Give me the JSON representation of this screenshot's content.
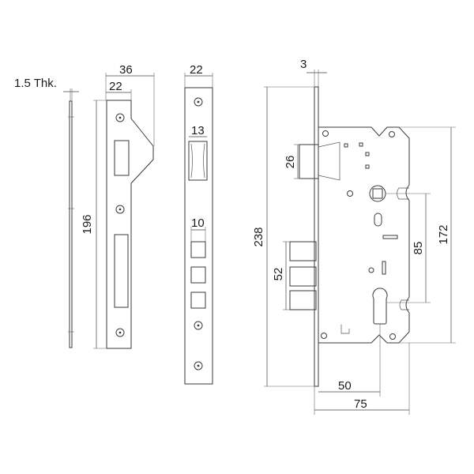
{
  "dimensions": {
    "plate_thickness": "1.5 Thk.",
    "strike_width": "36",
    "strike_inner": "22",
    "strike_height": "196",
    "faceplate_width": "22",
    "latch_slot": "13",
    "bolt_slot": "10",
    "backset_offset": "3",
    "overall_height": "238",
    "latch_height": "26",
    "bolt_span": "52",
    "center_distance": "85",
    "case_height": "172",
    "backset": "50",
    "case_depth": "75"
  }
}
